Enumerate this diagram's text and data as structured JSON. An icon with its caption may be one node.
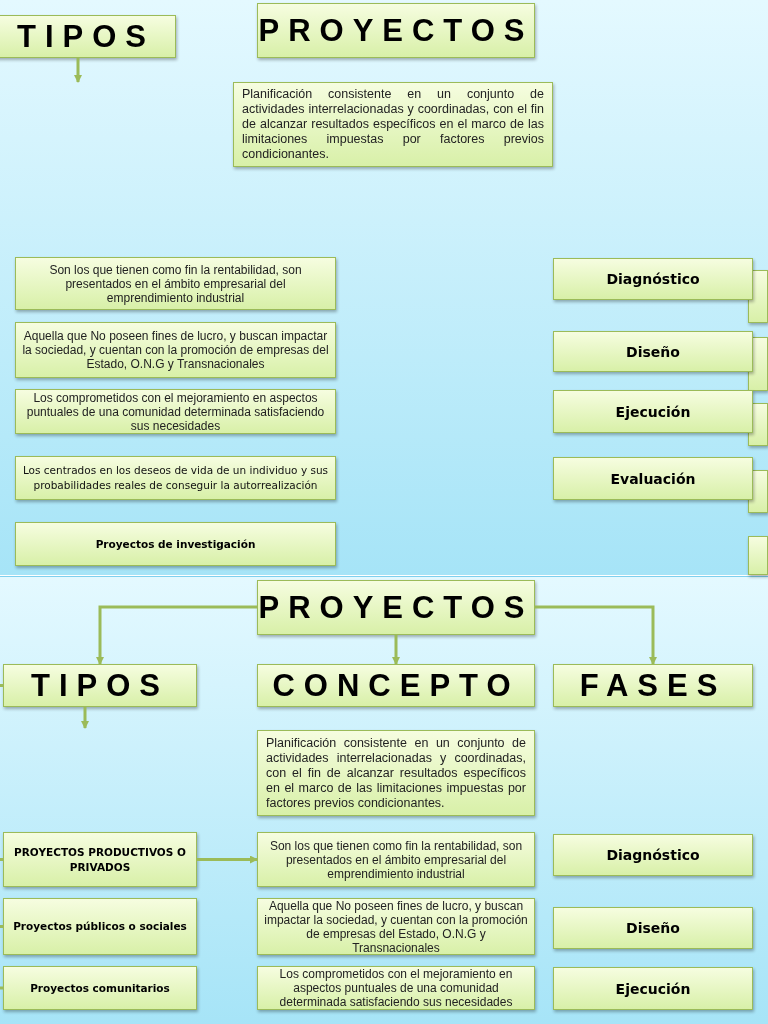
{
  "diagram": {
    "nodes": [
      {
        "text": [
          "TIPOS"
        ]
      },
      {
        "text": [
          "PROYECTOS"
        ]
      },
      {
        "text": [
          "Planificación consistente en un conjunto de actividades interrelacionadas y coordinadas, con el fin de alcanzar resultados específicos en el marco de las limitaciones impuestas por factores previos condicionantes."
        ]
      },
      {
        "text": [
          "Son los que tienen como fin la rentabilidad, son presentados en el ámbito empresarial del emprendimiento industrial"
        ]
      },
      {
        "text": [
          "Aquella que No poseen fines de lucro, y buscan impactar la sociedad, y cuentan con la promoción de empresas del Estado, O.N.G  y Transnacionales"
        ]
      },
      {
        "text": [
          "Los comprometidos con el mejoramiento en aspectos puntuales de una comunidad determinada satisfaciendo sus necesidades"
        ]
      },
      {
        "text": [
          "Los centrados en los deseos de vida de un individuo y sus probabilidades reales de conseguir la autorrealización"
        ]
      },
      {
        "text": [
          "Proyectos de investigación"
        ]
      },
      {
        "text": [
          "Diagnóstico"
        ]
      },
      {
        "text": [
          "Diseño"
        ]
      },
      {
        "text": [
          "Ejecución"
        ]
      },
      {
        "text": [
          "Evaluación"
        ]
      },
      {
        "text": [],
        "shape": "box"
      },
      {
        "text": [],
        "shape": "box"
      },
      {
        "text": [],
        "shape": "box"
      },
      {
        "text": [],
        "shape": "box"
      },
      {
        "text": [],
        "shape": "box"
      },
      {
        "text": [
          "PROYECTOS"
        ]
      },
      {
        "text": [
          "TIPOS"
        ]
      },
      {
        "text": [
          "CONCEPTO"
        ]
      },
      {
        "text": [
          "FASES"
        ]
      },
      {
        "text": [
          "Planificación consistente en un conjunto de actividades interrelacionadas y coordinadas, con el fin de alcanzar resultados específicos en el marco de las limitaciones impuestas por factores previos condicionantes."
        ]
      },
      {
        "text": [
          "PROYECTOS PRODUCTIVOS O PRIVADOS"
        ]
      },
      {
        "text": [
          "Proyectos públicos o sociales"
        ]
      },
      {
        "text": [
          "Proyectos comunitarios"
        ]
      },
      {
        "text": [
          "Son los que tienen como fin la rentabilidad, son presentados en el ámbito empresarial del emprendimiento industrial"
        ]
      },
      {
        "text": [
          "Aquella que No poseen fines de lucro, y buscan impactar la sociedad, y cuentan con la promoción de empresas del Estado, O.N.G  y Transnacionales"
        ]
      },
      {
        "text": [
          "Los comprometidos con el mejoramiento en aspectos puntuales de una comunidad determinada satisfaciendo sus necesidades"
        ]
      },
      {
        "text": [
          "Diagnóstico"
        ]
      },
      {
        "text": [
          "Diseño"
        ]
      },
      {
        "text": [
          "Ejecución"
        ]
      }
    ],
    "edges": [
      {
        "from": 0,
        "to": null,
        "arrow": "to"
      },
      {
        "from": 17,
        "to": 18,
        "arrow": "to"
      },
      {
        "from": 17,
        "to": 19,
        "arrow": "to"
      },
      {
        "from": 17,
        "to": 20,
        "arrow": "to"
      },
      {
        "from": 18,
        "to": null,
        "arrow": "to"
      },
      {
        "from": null,
        "to": 18,
        "arrow": "none"
      },
      {
        "from": 22,
        "to": 25,
        "arrow": "to"
      },
      {
        "from": null,
        "to": 22,
        "arrow": "none"
      },
      {
        "from": null,
        "to": 23,
        "arrow": "none"
      },
      {
        "from": null,
        "to": 24,
        "arrow": "none"
      }
    ]
  }
}
